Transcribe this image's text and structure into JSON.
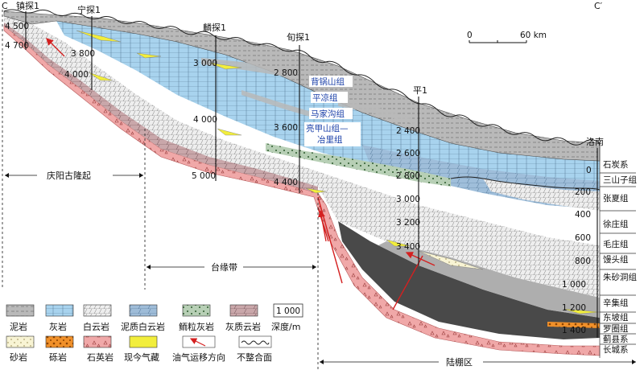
{
  "corners": {
    "left": "C",
    "right": "C′"
  },
  "wells": [
    {
      "name": "镇探1"
    },
    {
      "name": "宁探1"
    },
    {
      "name": "麟探1"
    },
    {
      "name": "旬探1"
    },
    {
      "name": "平1"
    },
    {
      "name": "洛南"
    }
  ],
  "depth_labels": [
    "4 500",
    "4 700",
    "3 800",
    "4 000",
    "3 000",
    "4 000",
    "5 000",
    "2 800",
    "3 600",
    "4 400",
    "2 400",
    "2 600",
    "2 800",
    "3 000",
    "3 200",
    "3 400",
    "0",
    "200",
    "400",
    "600",
    "800",
    "1 000",
    "1 200",
    "1 400"
  ],
  "formations_blue": [
    "背锅山组",
    "平凉组",
    "马家沟组",
    "亮甲山组—",
    "冶里组"
  ],
  "formations_right": [
    "石炭系",
    "三山子组",
    "张夏组",
    "徐庄组",
    "毛庄组",
    "馒头组",
    "朱砂洞组",
    "辛集组",
    "东坡组",
    "罗圈组",
    "蓟县系",
    "长城系"
  ],
  "zones": {
    "qingyang": "庆阳古隆起",
    "taiyuan": "台缘带",
    "lupeng": "陆棚区"
  },
  "scale": {
    "min": "0",
    "max": "60 km"
  },
  "legend": {
    "row1": [
      "泥岩",
      "灰岩",
      "白云岩",
      "泥质白云岩",
      "鲕粒灰岩",
      "灰质云岩",
      "深度/m"
    ],
    "depth_sample": "1 000",
    "row2": [
      "砂岩",
      "砾岩",
      "石英岩",
      "现今气藏",
      "油气运移方向",
      "不整合面"
    ]
  },
  "colors": {
    "mudstone": "#b9b9b9",
    "limestone": "#a8d3ee",
    "dolomite": "#eeeeee",
    "argillaceous_dolomite": "#9ebcd8",
    "oolitic_limestone": "#b7cfb5",
    "calcareous_dolomite": "#c9a7aa",
    "sandstone": "#f8f4d4",
    "conglomerate": "#f0902a",
    "quartzite": "#f0a8a8",
    "gas_reservoir": "#f2ee3c",
    "migration_arrow": "#d42020",
    "dark_shale": "#3f3f3f"
  }
}
